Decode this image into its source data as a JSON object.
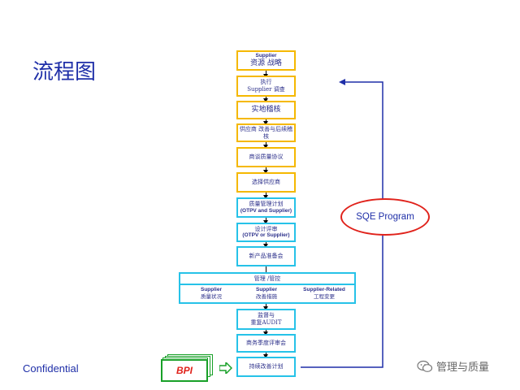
{
  "title": "流程图",
  "footer": {
    "confidential": "Confidential"
  },
  "steps": [
    {
      "line1": "Supplier",
      "line2": "资源  战略"
    },
    {
      "line1": "执行",
      "line2": "Supplier 调查"
    },
    {
      "label": "实地稽核"
    },
    {
      "label": "供应商  改善与后续稽核"
    },
    {
      "label": "商谈质量协议"
    },
    {
      "label": "选择供应商"
    },
    {
      "line1": "质量管理计划",
      "line2": "(OTPV and Supplier)"
    },
    {
      "line1": "设计评审",
      "line2": "(OTPV or Supplier)"
    },
    {
      "label": "新产品准备会"
    }
  ],
  "management": {
    "header": "管理  /管控",
    "columns": [
      {
        "line1": "Supplier",
        "line2": "质量状况"
      },
      {
        "line1": "Supplier",
        "line2": "改善措施"
      },
      {
        "line1": "Supplier-Related",
        "line2": "工程变更"
      }
    ]
  },
  "lower_steps": [
    {
      "line1": "监督与",
      "line2": "重复AUDIT"
    },
    {
      "label": "商务季度评审会"
    },
    {
      "label": "持续改善计划"
    }
  ],
  "loop_label": "SQE Program",
  "bpi_label": "BPI",
  "watermark": "管理与质量",
  "colors": {
    "title": "#1f2fa8",
    "orange_box": "#f5b800",
    "blue_box": "#26c2e8",
    "sqe_ring": "#e0221b",
    "bpi_green": "#18a028"
  }
}
